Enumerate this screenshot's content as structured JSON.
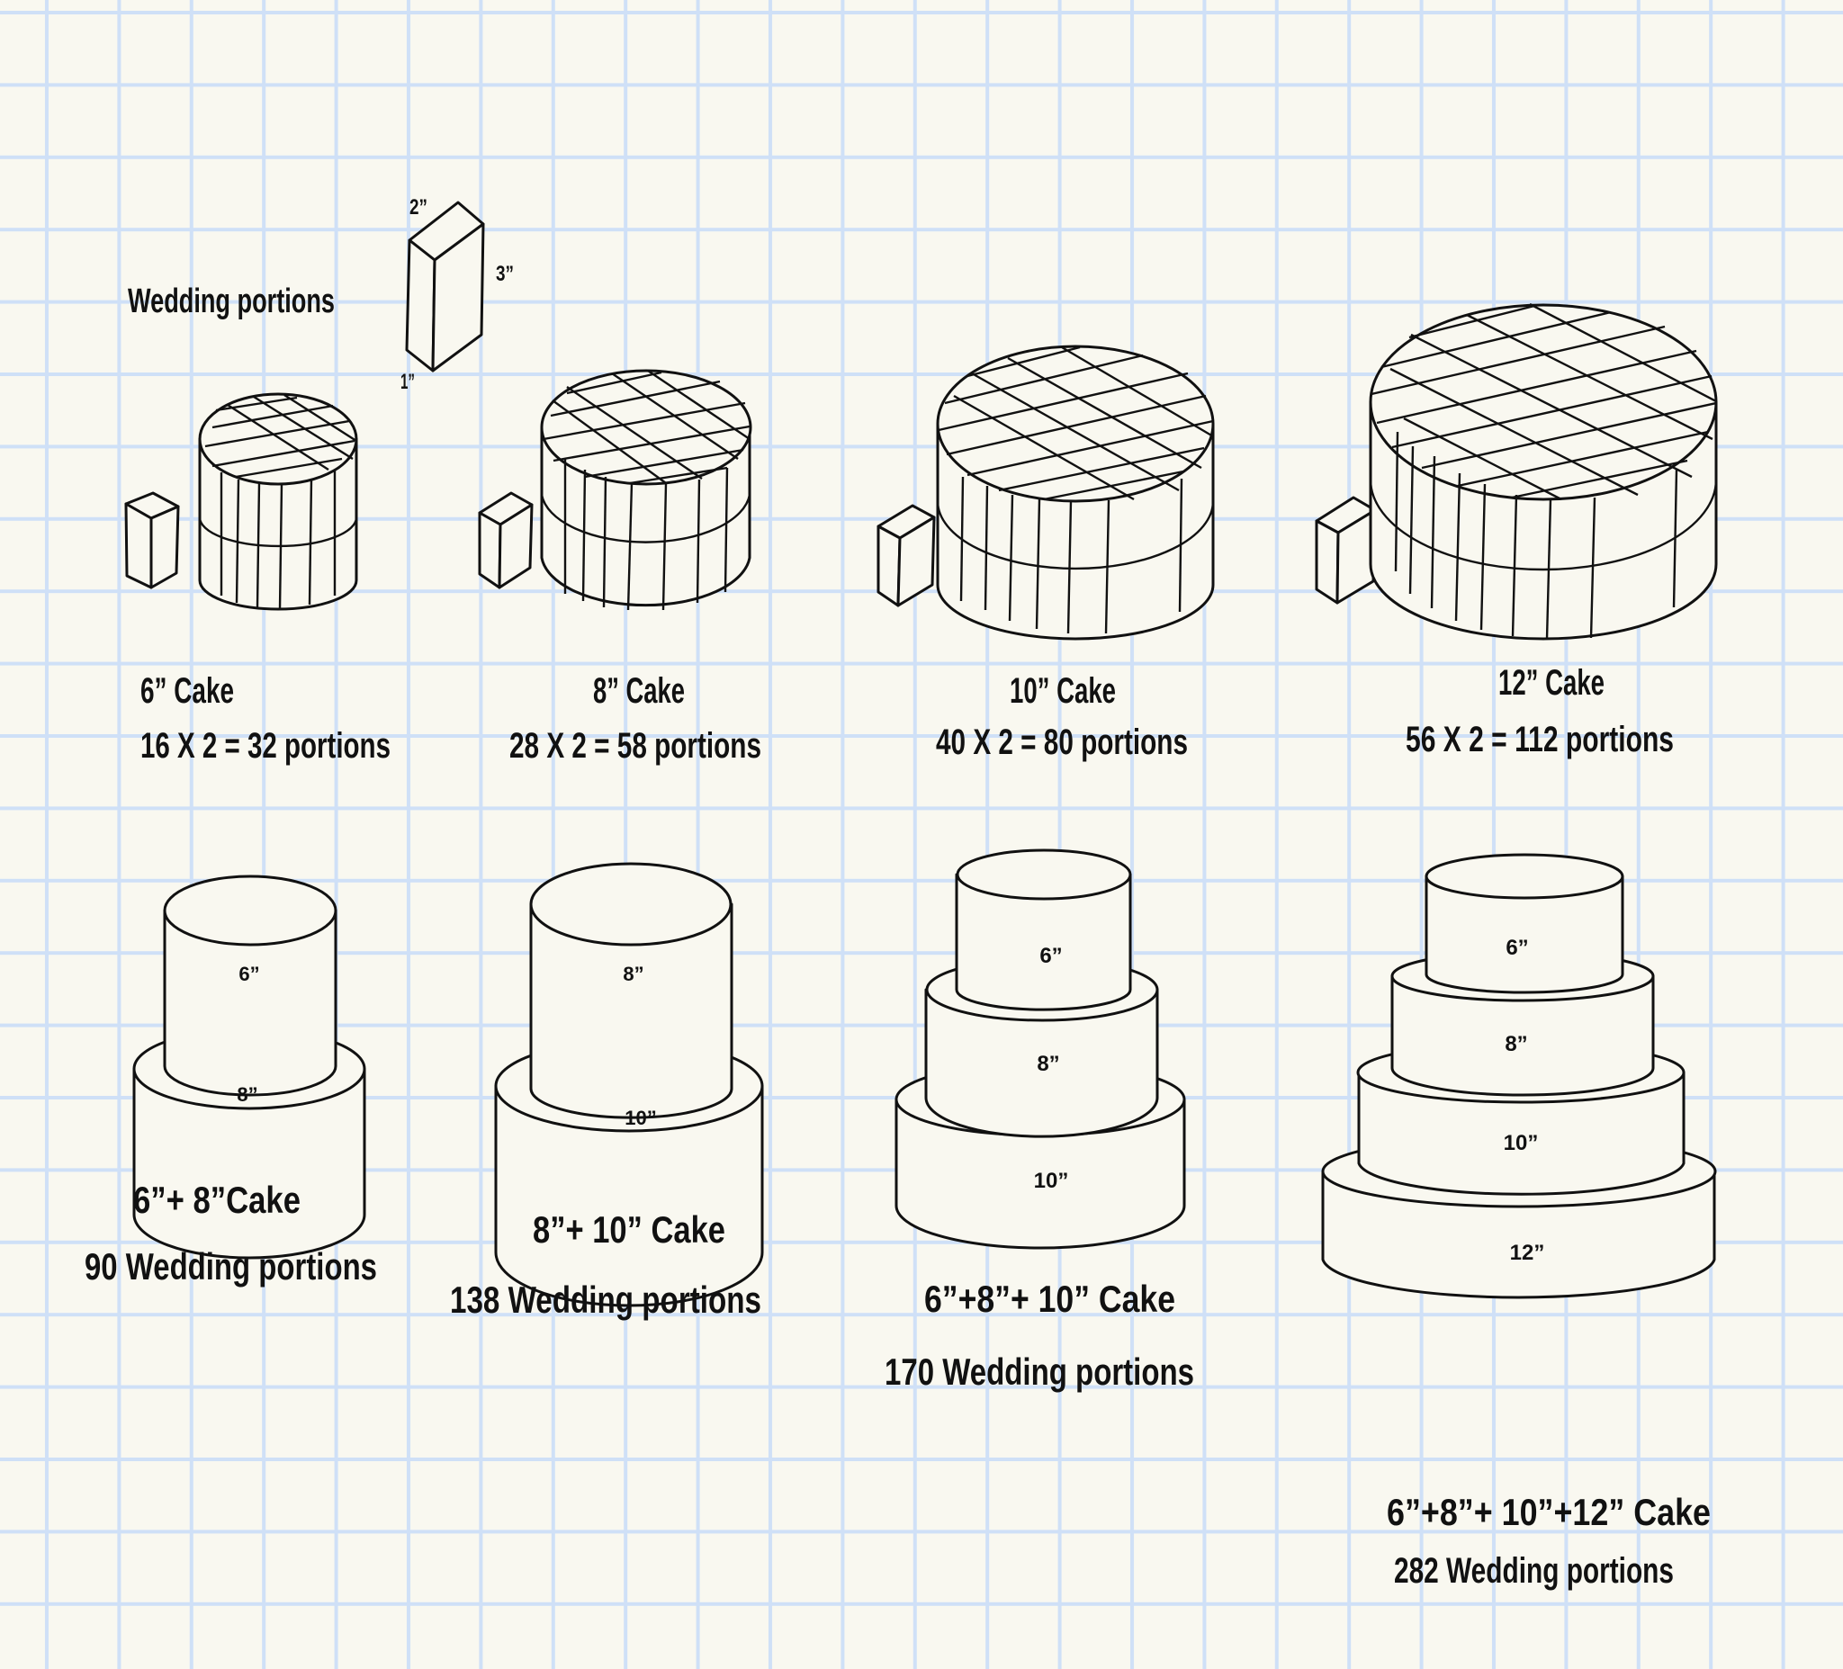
{
  "page": {
    "background": "#f9f8f0",
    "grid_color": "#cfe0f7",
    "line_color": "#111111"
  },
  "legend": {
    "title": "Wedding portions",
    "portion_dims": {
      "width": "2”",
      "height": "3”",
      "depth": "1”"
    }
  },
  "single_cakes": [
    {
      "id": "6in",
      "title": "6” Cake",
      "formula": "16 X 2 = 32 portions"
    },
    {
      "id": "8in",
      "title": "8” Cake",
      "formula": "28 X 2 = 58 portions"
    },
    {
      "id": "10in",
      "title": "10” Cake",
      "formula": "40 X 2 = 80 portions"
    },
    {
      "id": "12in",
      "title": "12” Cake",
      "formula": "56 X 2 = 112 portions"
    }
  ],
  "tiered_cakes": [
    {
      "id": "6-8",
      "title": "6”+ 8”Cake",
      "portions": "90 Wedding portions",
      "tiers": [
        "6”",
        "8”"
      ]
    },
    {
      "id": "8-10",
      "title": "8”+ 10” Cake",
      "portions": "138 Wedding portions",
      "tiers": [
        "8”",
        "10”"
      ]
    },
    {
      "id": "6-8-10",
      "title": "6”+8”+ 10” Cake",
      "portions": "170 Wedding portions",
      "tiers": [
        "6”",
        "8”",
        "10”"
      ]
    },
    {
      "id": "6-8-10-12",
      "title": "6”+8”+ 10”+12” Cake",
      "portions": "282 Wedding portions",
      "tiers": [
        "6”",
        "8”",
        "10”",
        "12”"
      ]
    }
  ]
}
